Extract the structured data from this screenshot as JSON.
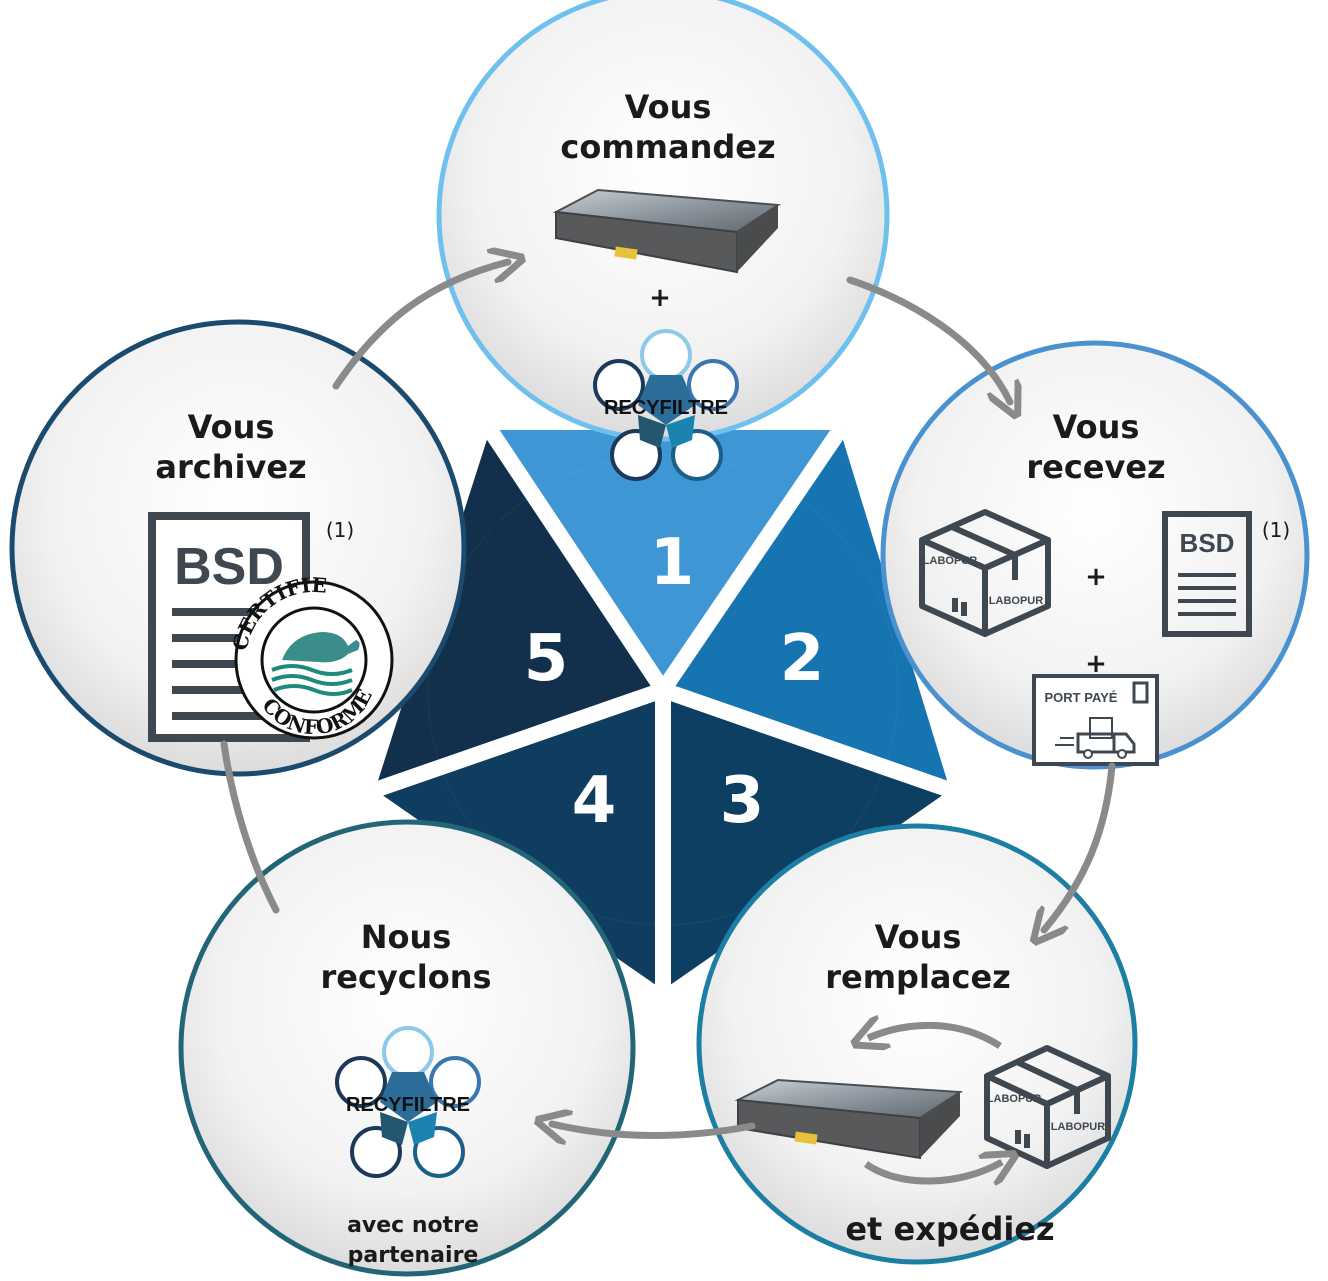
{
  "center": {
    "segments": [
      {
        "number": "1",
        "color": "#3f96d4"
      },
      {
        "number": "2",
        "color": "#1674b0"
      },
      {
        "number": "3",
        "color": "#0d3f63"
      },
      {
        "number": "4",
        "color": "#0e3d60"
      },
      {
        "number": "5",
        "color": "#12304b"
      }
    ]
  },
  "steps": [
    {
      "line1": "Vous",
      "line2": "commandez",
      "plus": "+",
      "brand": "RECYFILTRE",
      "border": "#6ec0ee"
    },
    {
      "line1": "Vous",
      "line2": "recevez",
      "box_label": "LABOPUR",
      "plus1": "+",
      "doc": "BSD",
      "note": "(1)",
      "plus2": "+",
      "postal": "PORT PAYÉ",
      "border": "#4a91cf"
    },
    {
      "line1": "Vous",
      "line2": "remplacez",
      "box_label": "LABOPUR",
      "footer": "et expédiez",
      "border": "#1c7ea3"
    },
    {
      "line1": "Nous",
      "line2": "recyclons",
      "brand": "RECYFILTRE",
      "footer1": "avec notre",
      "footer2": "partenaire",
      "border": "#226577"
    },
    {
      "line1": "Vous",
      "line2": "archivez",
      "doc": "BSD",
      "note": "(1)",
      "stamp_top": "CERTIFIE",
      "stamp_bottom": "CONFORME",
      "border": "#1a4a6e"
    }
  ]
}
